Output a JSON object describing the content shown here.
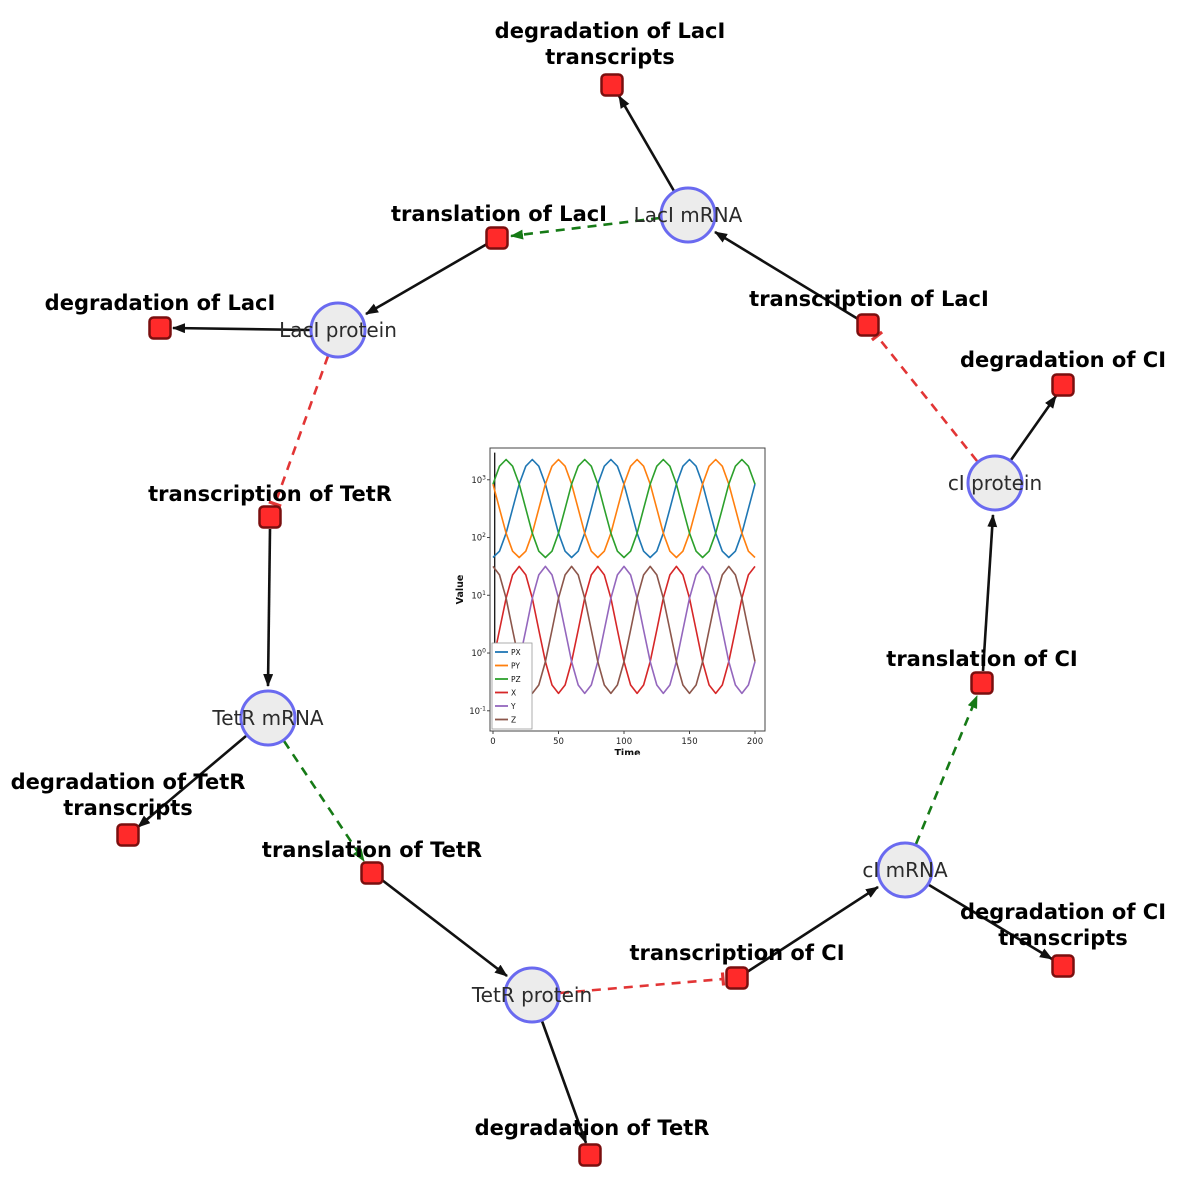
{
  "diagram": {
    "species": [
      {
        "id": "laci-mrna",
        "label": "LacI mRNA"
      },
      {
        "id": "laci-protein",
        "label": "LacI protein"
      },
      {
        "id": "tetr-mrna",
        "label": "TetR mRNA"
      },
      {
        "id": "tetr-protein",
        "label": "TetR protein"
      },
      {
        "id": "ci-mrna",
        "label": "cI mRNA"
      },
      {
        "id": "ci-protein",
        "label": "cI protein"
      }
    ],
    "reactions": [
      {
        "id": "degradation-of-laci-transcripts",
        "line1": "degradation of LacI",
        "line2": "transcripts"
      },
      {
        "id": "translation-of-laci",
        "line1": "translation of LacI"
      },
      {
        "id": "transcription-of-laci",
        "line1": "transcription of LacI"
      },
      {
        "id": "degradation-of-laci",
        "line1": "degradation of LacI"
      },
      {
        "id": "degradation-of-ci",
        "line1": "degradation of CI"
      },
      {
        "id": "transcription-of-tetr",
        "line1": "transcription of TetR"
      },
      {
        "id": "translation-of-ci",
        "line1": "translation of CI"
      },
      {
        "id": "degradation-of-tetr-transcripts",
        "line1": "degradation of TetR",
        "line2": "transcripts"
      },
      {
        "id": "translation-of-tetr",
        "line1": "translation of TetR"
      },
      {
        "id": "transcription-of-ci",
        "line1": "transcription of CI"
      },
      {
        "id": "degradation-of-ci-transcripts",
        "line1": "degradation of CI",
        "line2": "transcripts"
      },
      {
        "id": "degradation-of-tetr",
        "line1": "degradation of TetR"
      }
    ],
    "colors": {
      "species_fill": "#ececec",
      "species_stroke": "#6a6af0",
      "reaction_fill": "#ff2a2a",
      "reaction_stroke": "#7a0f0f",
      "product_edge": "#111111",
      "modifier_edge": "#167a16",
      "inhibition_edge": "#e23535"
    }
  },
  "chart_data": {
    "type": "line",
    "title": "",
    "xlabel": "Time",
    "ylabel": "Value",
    "x_start": 0,
    "x_step": 5,
    "xlim": [
      0,
      200
    ],
    "x_ticks": [
      0,
      50,
      100,
      150,
      200
    ],
    "y_scale": "log",
    "y_tick_exponents": [
      -1,
      0,
      1,
      2,
      3
    ],
    "ylim_log": [
      -1.35,
      3.55
    ],
    "grid": false,
    "legend_position": "lower left",
    "series": [
      {
        "name": "PX",
        "color": "#1f77b4",
        "values": [
          45,
          58,
          119,
          316,
          840,
          1720,
          2240,
          1720,
          840,
          316,
          119,
          58,
          45,
          58,
          119,
          316,
          840,
          1720,
          2240,
          1720,
          840,
          316,
          119,
          58,
          45,
          58,
          119,
          316,
          840,
          1720,
          2240,
          1720,
          840,
          316,
          119,
          58,
          45,
          58,
          119,
          316,
          840
        ]
      },
      {
        "name": "PY",
        "color": "#ff7f0e",
        "values": [
          840,
          316,
          119,
          58,
          45,
          58,
          119,
          316,
          840,
          1720,
          2240,
          1720,
          840,
          316,
          119,
          58,
          45,
          58,
          119,
          316,
          840,
          1720,
          2240,
          1720,
          840,
          316,
          119,
          58,
          45,
          58,
          119,
          316,
          840,
          1720,
          2240,
          1720,
          840,
          316,
          119,
          58,
          45
        ]
      },
      {
        "name": "PZ",
        "color": "#2ca02c",
        "values": [
          840,
          1720,
          2240,
          1720,
          840,
          316,
          119,
          58,
          45,
          58,
          119,
          316,
          840,
          1720,
          2240,
          1720,
          840,
          316,
          119,
          58,
          45,
          58,
          119,
          316,
          840,
          1720,
          2240,
          1720,
          840,
          316,
          119,
          58,
          45,
          58,
          119,
          316,
          840,
          1720,
          2240,
          1720,
          840
        ]
      },
      {
        "name": "X",
        "color": "#d62728",
        "values": [
          0.71,
          2.5,
          8.9,
          22.5,
          31.6,
          22.5,
          8.9,
          2.5,
          0.71,
          0.28,
          0.2,
          0.28,
          0.71,
          2.5,
          8.9,
          22.5,
          31.6,
          22.5,
          8.9,
          2.5,
          0.71,
          0.28,
          0.2,
          0.28,
          0.71,
          2.5,
          8.9,
          22.5,
          31.6,
          22.5,
          8.9,
          2.5,
          0.71,
          0.28,
          0.2,
          0.28,
          0.71,
          2.5,
          8.9,
          22.5,
          31.6
        ]
      },
      {
        "name": "Y",
        "color": "#9467bd",
        "values": [
          0.71,
          0.28,
          0.2,
          0.28,
          0.71,
          2.5,
          8.9,
          22.5,
          31.6,
          22.5,
          8.9,
          2.5,
          0.71,
          0.28,
          0.2,
          0.28,
          0.71,
          2.5,
          8.9,
          22.5,
          31.6,
          22.5,
          8.9,
          2.5,
          0.71,
          0.28,
          0.2,
          0.28,
          0.71,
          2.5,
          8.9,
          22.5,
          31.6,
          22.5,
          8.9,
          2.5,
          0.71,
          0.28,
          0.2,
          0.28,
          0.71
        ]
      },
      {
        "name": "Z",
        "color": "#8c564b",
        "values": [
          31.6,
          22.5,
          8.9,
          2.5,
          0.71,
          0.28,
          0.2,
          0.28,
          0.71,
          2.5,
          8.9,
          22.5,
          31.6,
          22.5,
          8.9,
          2.5,
          0.71,
          0.28,
          0.2,
          0.28,
          0.71,
          2.5,
          8.9,
          22.5,
          31.6,
          22.5,
          8.9,
          2.5,
          0.71,
          0.28,
          0.2,
          0.28,
          0.71,
          2.5,
          8.9,
          22.5,
          31.6,
          22.5,
          8.9,
          2.5,
          0.71
        ]
      }
    ]
  }
}
